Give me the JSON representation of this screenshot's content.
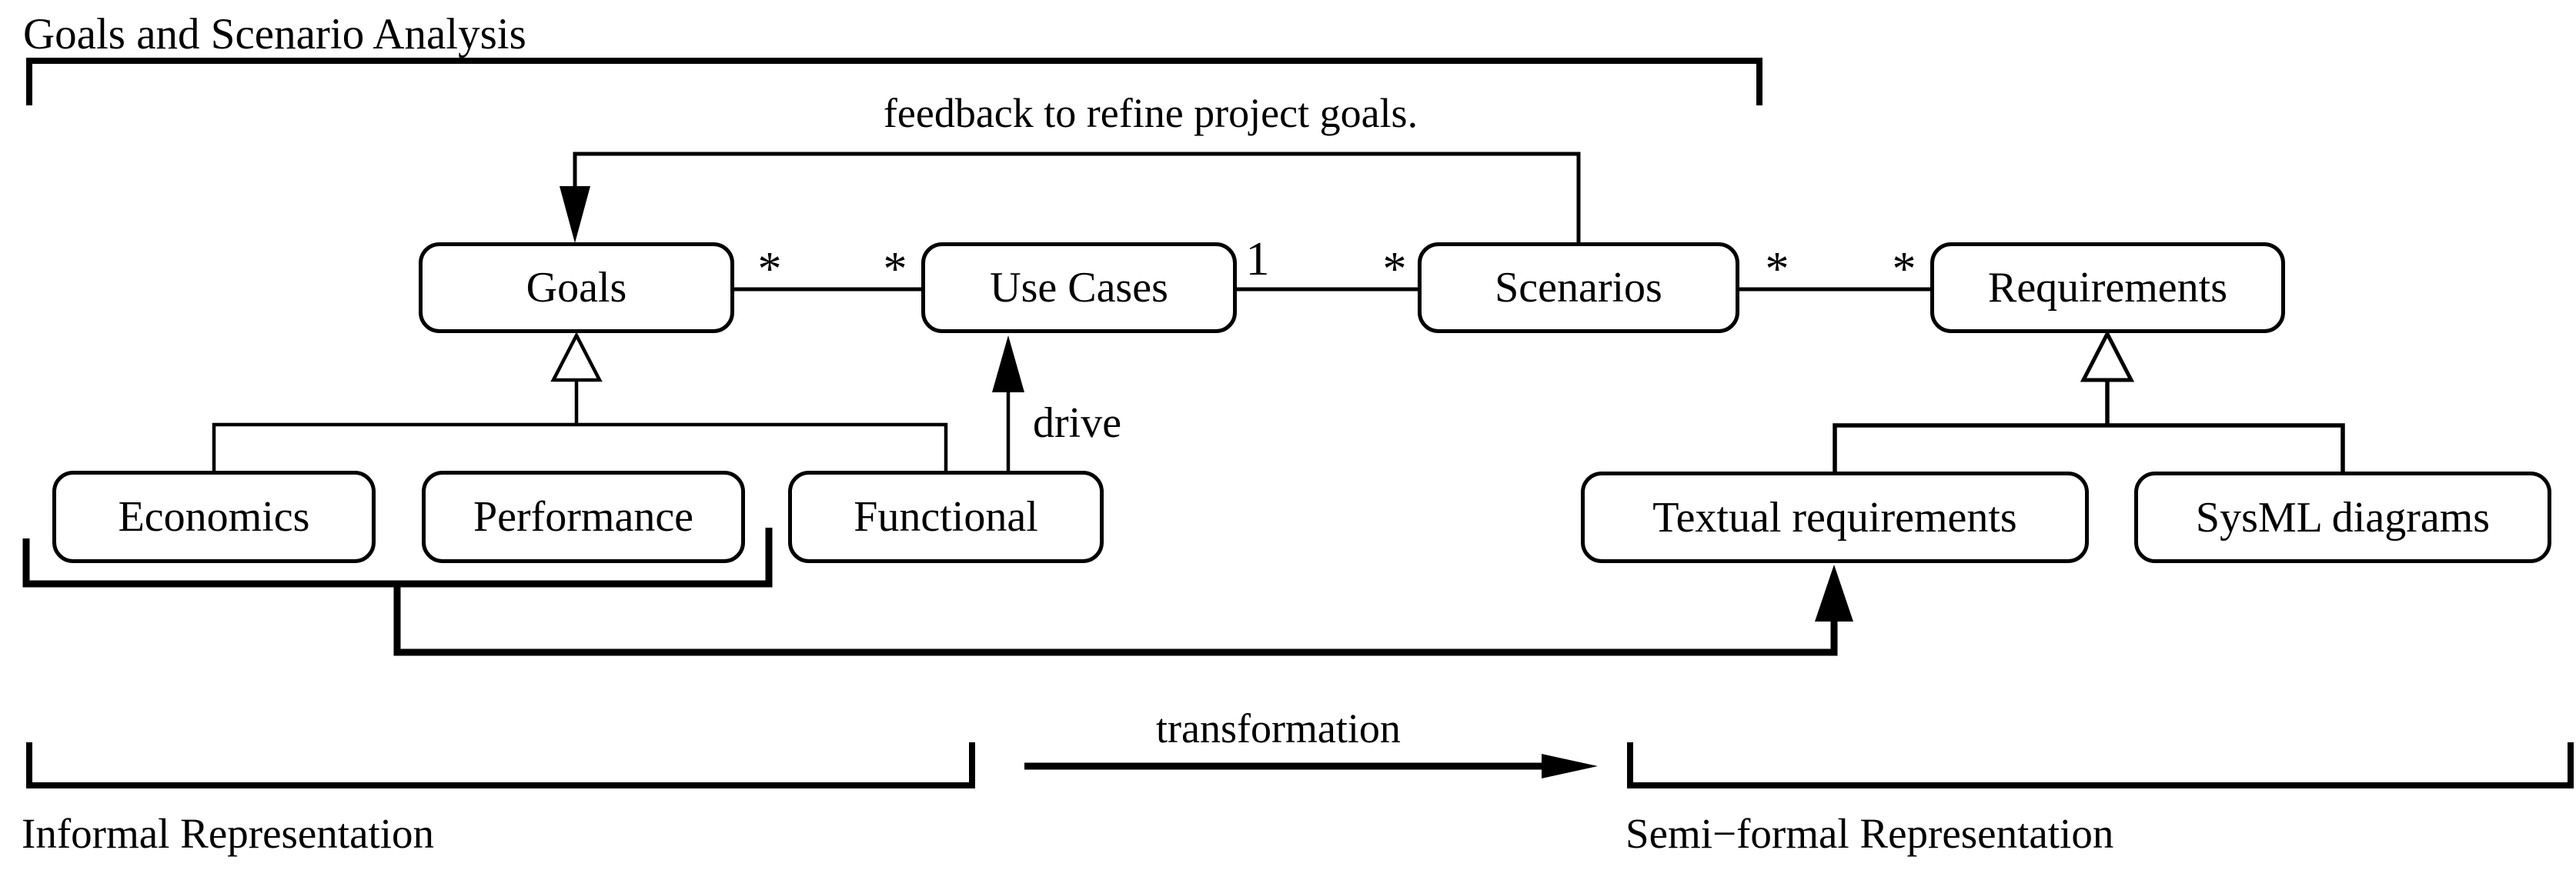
{
  "title": "Goals and Scenario Analysis",
  "nodes": {
    "goals": {
      "label": "Goals"
    },
    "use_cases": {
      "label": "Use Cases"
    },
    "scenarios": {
      "label": "Scenarios"
    },
    "requirements": {
      "label": "Requirements"
    },
    "economics": {
      "label": "Economics"
    },
    "performance": {
      "label": "Performance"
    },
    "functional": {
      "label": "Functional"
    },
    "textual_requirements": {
      "label": "Textual requirements"
    },
    "sysml_diagrams": {
      "label": "SysML diagrams"
    }
  },
  "edge_labels": {
    "feedback": "feedback to refine project goals.",
    "drive": "drive",
    "transformation": "transformation"
  },
  "region_labels": {
    "informal": "Informal Representation",
    "semiformal": "Semi−formal Representation"
  },
  "multiplicities": [
    "*",
    "*",
    "1",
    "*",
    "*",
    "*"
  ],
  "colors": {
    "ink": "#000000",
    "background": "#ffffff"
  }
}
